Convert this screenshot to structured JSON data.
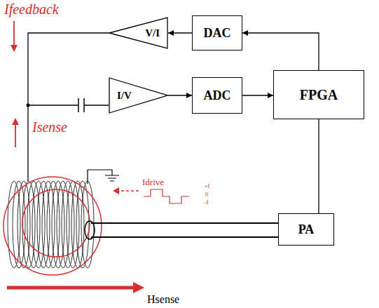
{
  "diagram": {
    "nodes": [
      {
        "text": [
          "V/I"
        ]
      },
      {
        "text": [
          "DAC"
        ]
      },
      {
        "text": [
          "I/V"
        ]
      },
      {
        "text": [
          "ADC"
        ]
      },
      {
        "text": [
          "FPGA"
        ]
      },
      {
        "text": [
          "PA"
        ]
      }
    ],
    "edges": [
      {
        "from": 1,
        "to": 0,
        "arrow": "to"
      },
      {
        "from": 4,
        "to": 1,
        "arrow": "to"
      },
      {
        "from": 2,
        "to": 3,
        "arrow": "to"
      },
      {
        "from": 3,
        "to": 4,
        "arrow": "to"
      },
      {
        "from": 4,
        "to": 5,
        "arrow": "to"
      }
    ],
    "labels": [
      "Ifeedback",
      "Isense",
      "Idrive",
      "+I",
      "0",
      "-I",
      "Hsense"
    ]
  }
}
